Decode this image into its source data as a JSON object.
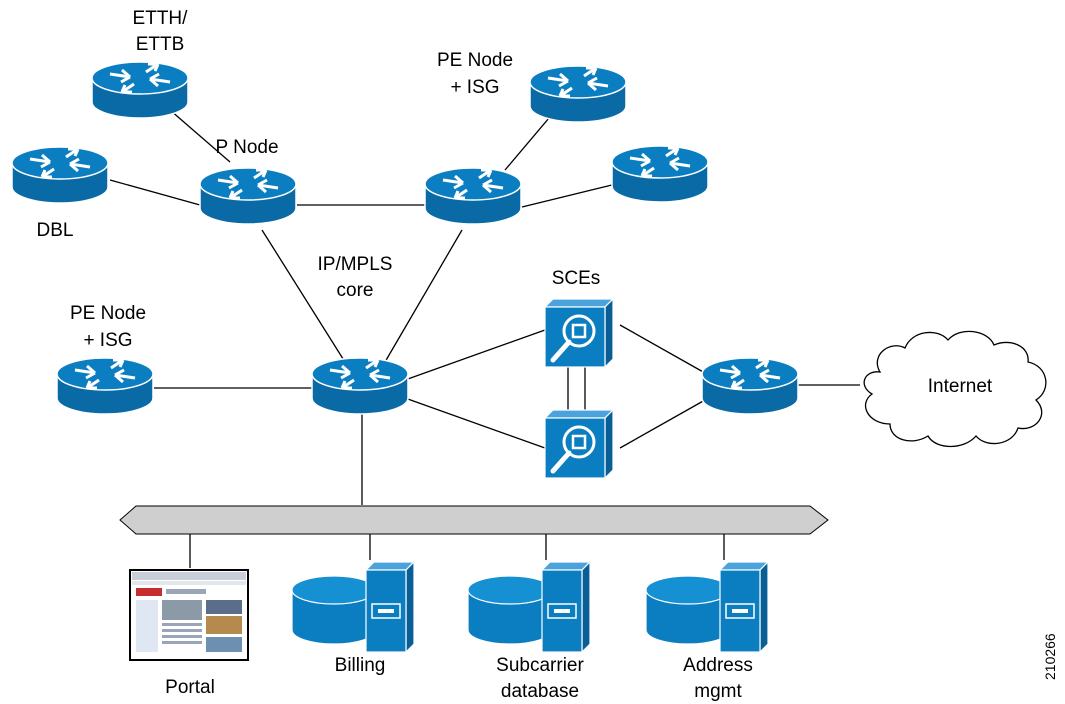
{
  "labels": {
    "etth_1": "ETTH/",
    "etth_2": "ETTB",
    "pe_top_1": "PE Node",
    "pe_top_2": "+ ISG",
    "p_node": "P Node",
    "dbl": "DBL",
    "core_1": "IP/MPLS",
    "core_2": "core",
    "sces": "SCEs",
    "pe_left_1": "PE Node",
    "pe_left_2": "+ ISG",
    "internet": "Internet",
    "portal": "Portal",
    "billing": "Billing",
    "subcarrier_1": "Subcarrier",
    "subcarrier_2": "database",
    "address_1": "Address",
    "address_2": "mgmt",
    "figure_id": "210266"
  },
  "colors": {
    "device_fill": "#0b7ec2",
    "device_dark": "#0a6aa6",
    "device_stroke": "#ffffff",
    "bus_fill": "#cfcfcf",
    "cloud_stroke": "#000000"
  },
  "icons": {
    "router": "router-icon",
    "sce": "sce-appliance-icon",
    "database": "database-server-icon",
    "portal": "portal-screenshot-icon",
    "cloud": "internet-cloud-icon",
    "bus": "lan-bus"
  }
}
